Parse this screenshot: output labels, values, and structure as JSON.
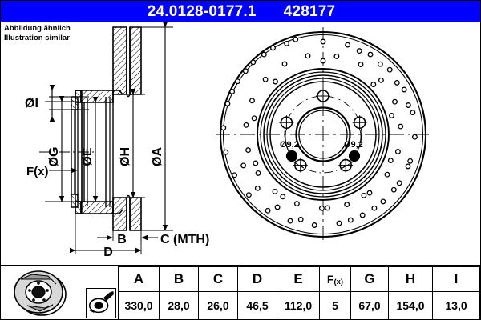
{
  "header": {
    "part_number": "24.0128-0177.1",
    "reference_number": "428177",
    "background_color": "#0000ff",
    "text_color": "#ffffff"
  },
  "note": {
    "line1": "Abbildung ähnlich",
    "line2": "Illustration similar"
  },
  "section_view": {
    "name": "brake-disc-cross-section",
    "dimension_labels": {
      "inner_dia_I": "ØI",
      "hub_dia_G": "ØG",
      "bell_dia_E": "ØE",
      "friction_inner_dia_H": "ØH",
      "outer_dia_A": "ØA",
      "flange_thickness_fx": "F(x)",
      "disc_thickness_B": "B",
      "min_thickness_C": "C (MTH)",
      "overall_height_D": "D"
    }
  },
  "face_view": {
    "name": "brake-disc-face-view",
    "hole_callout_left": "Ø9,2",
    "hole_callout_right": "Ø9,2",
    "bolt_hole_count": 5,
    "drilled": true
  },
  "thumbnails": {
    "product_photo_label": "brake-disc-3d-illustration",
    "measure_icon_label": "thickness-measurement-icon"
  },
  "spec_table": {
    "headers": [
      "A",
      "B",
      "C",
      "D",
      "E",
      "F",
      "G",
      "H",
      "I"
    ],
    "header_fx_base": "F",
    "header_fx_sub": "(x)",
    "values": [
      "330,0",
      "28,0",
      "26,0",
      "46,5",
      "112,0",
      "5",
      "67,0",
      "154,0",
      "13,0"
    ]
  }
}
